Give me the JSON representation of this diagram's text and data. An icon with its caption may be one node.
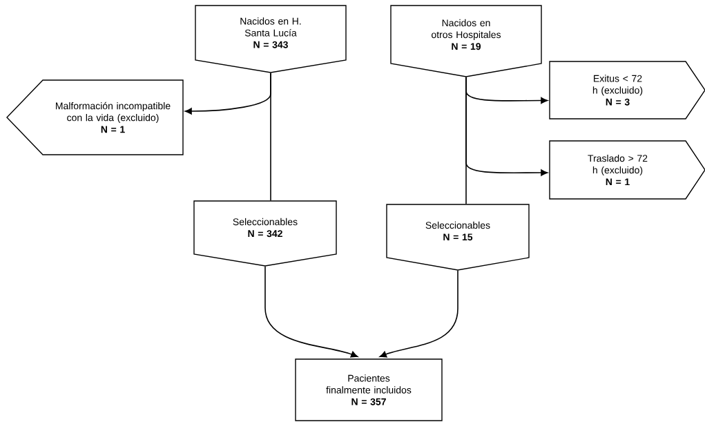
{
  "diagram": {
    "nodes": [
      {
        "text": [
          "Nacidos en H. Santa Lucía",
          "N = 343"
        ]
      },
      {
        "text": [
          "Nacidos en otros Hospitales",
          "N = 19"
        ]
      },
      {
        "text": [
          "Malformación incompatible con la vida (excluido)",
          "N = 1"
        ]
      },
      {
        "text": [
          "Exitus < 72 h (excluido)",
          "N = 3"
        ]
      },
      {
        "text": [
          "Traslado > 72 h (excluido)",
          "N = 1"
        ]
      },
      {
        "text": [
          "Seleccionables",
          "N = 342"
        ]
      },
      {
        "text": [
          "Seleccionables",
          "N = 15"
        ]
      },
      {
        "text": [
          "Pacientes finalmente incluidos",
          "N = 357"
        ]
      }
    ],
    "edges": [
      {
        "from": 0,
        "to": 2,
        "arrow": "to"
      },
      {
        "from": 0,
        "to": 5,
        "arrow": "none"
      },
      {
        "from": 1,
        "to": 3,
        "arrow": "to"
      },
      {
        "from": 1,
        "to": 4,
        "arrow": "to"
      },
      {
        "from": 1,
        "to": 6,
        "arrow": "none"
      },
      {
        "from": 5,
        "to": 7,
        "arrow": "to"
      },
      {
        "from": 6,
        "to": 7,
        "arrow": "to"
      }
    ]
  }
}
